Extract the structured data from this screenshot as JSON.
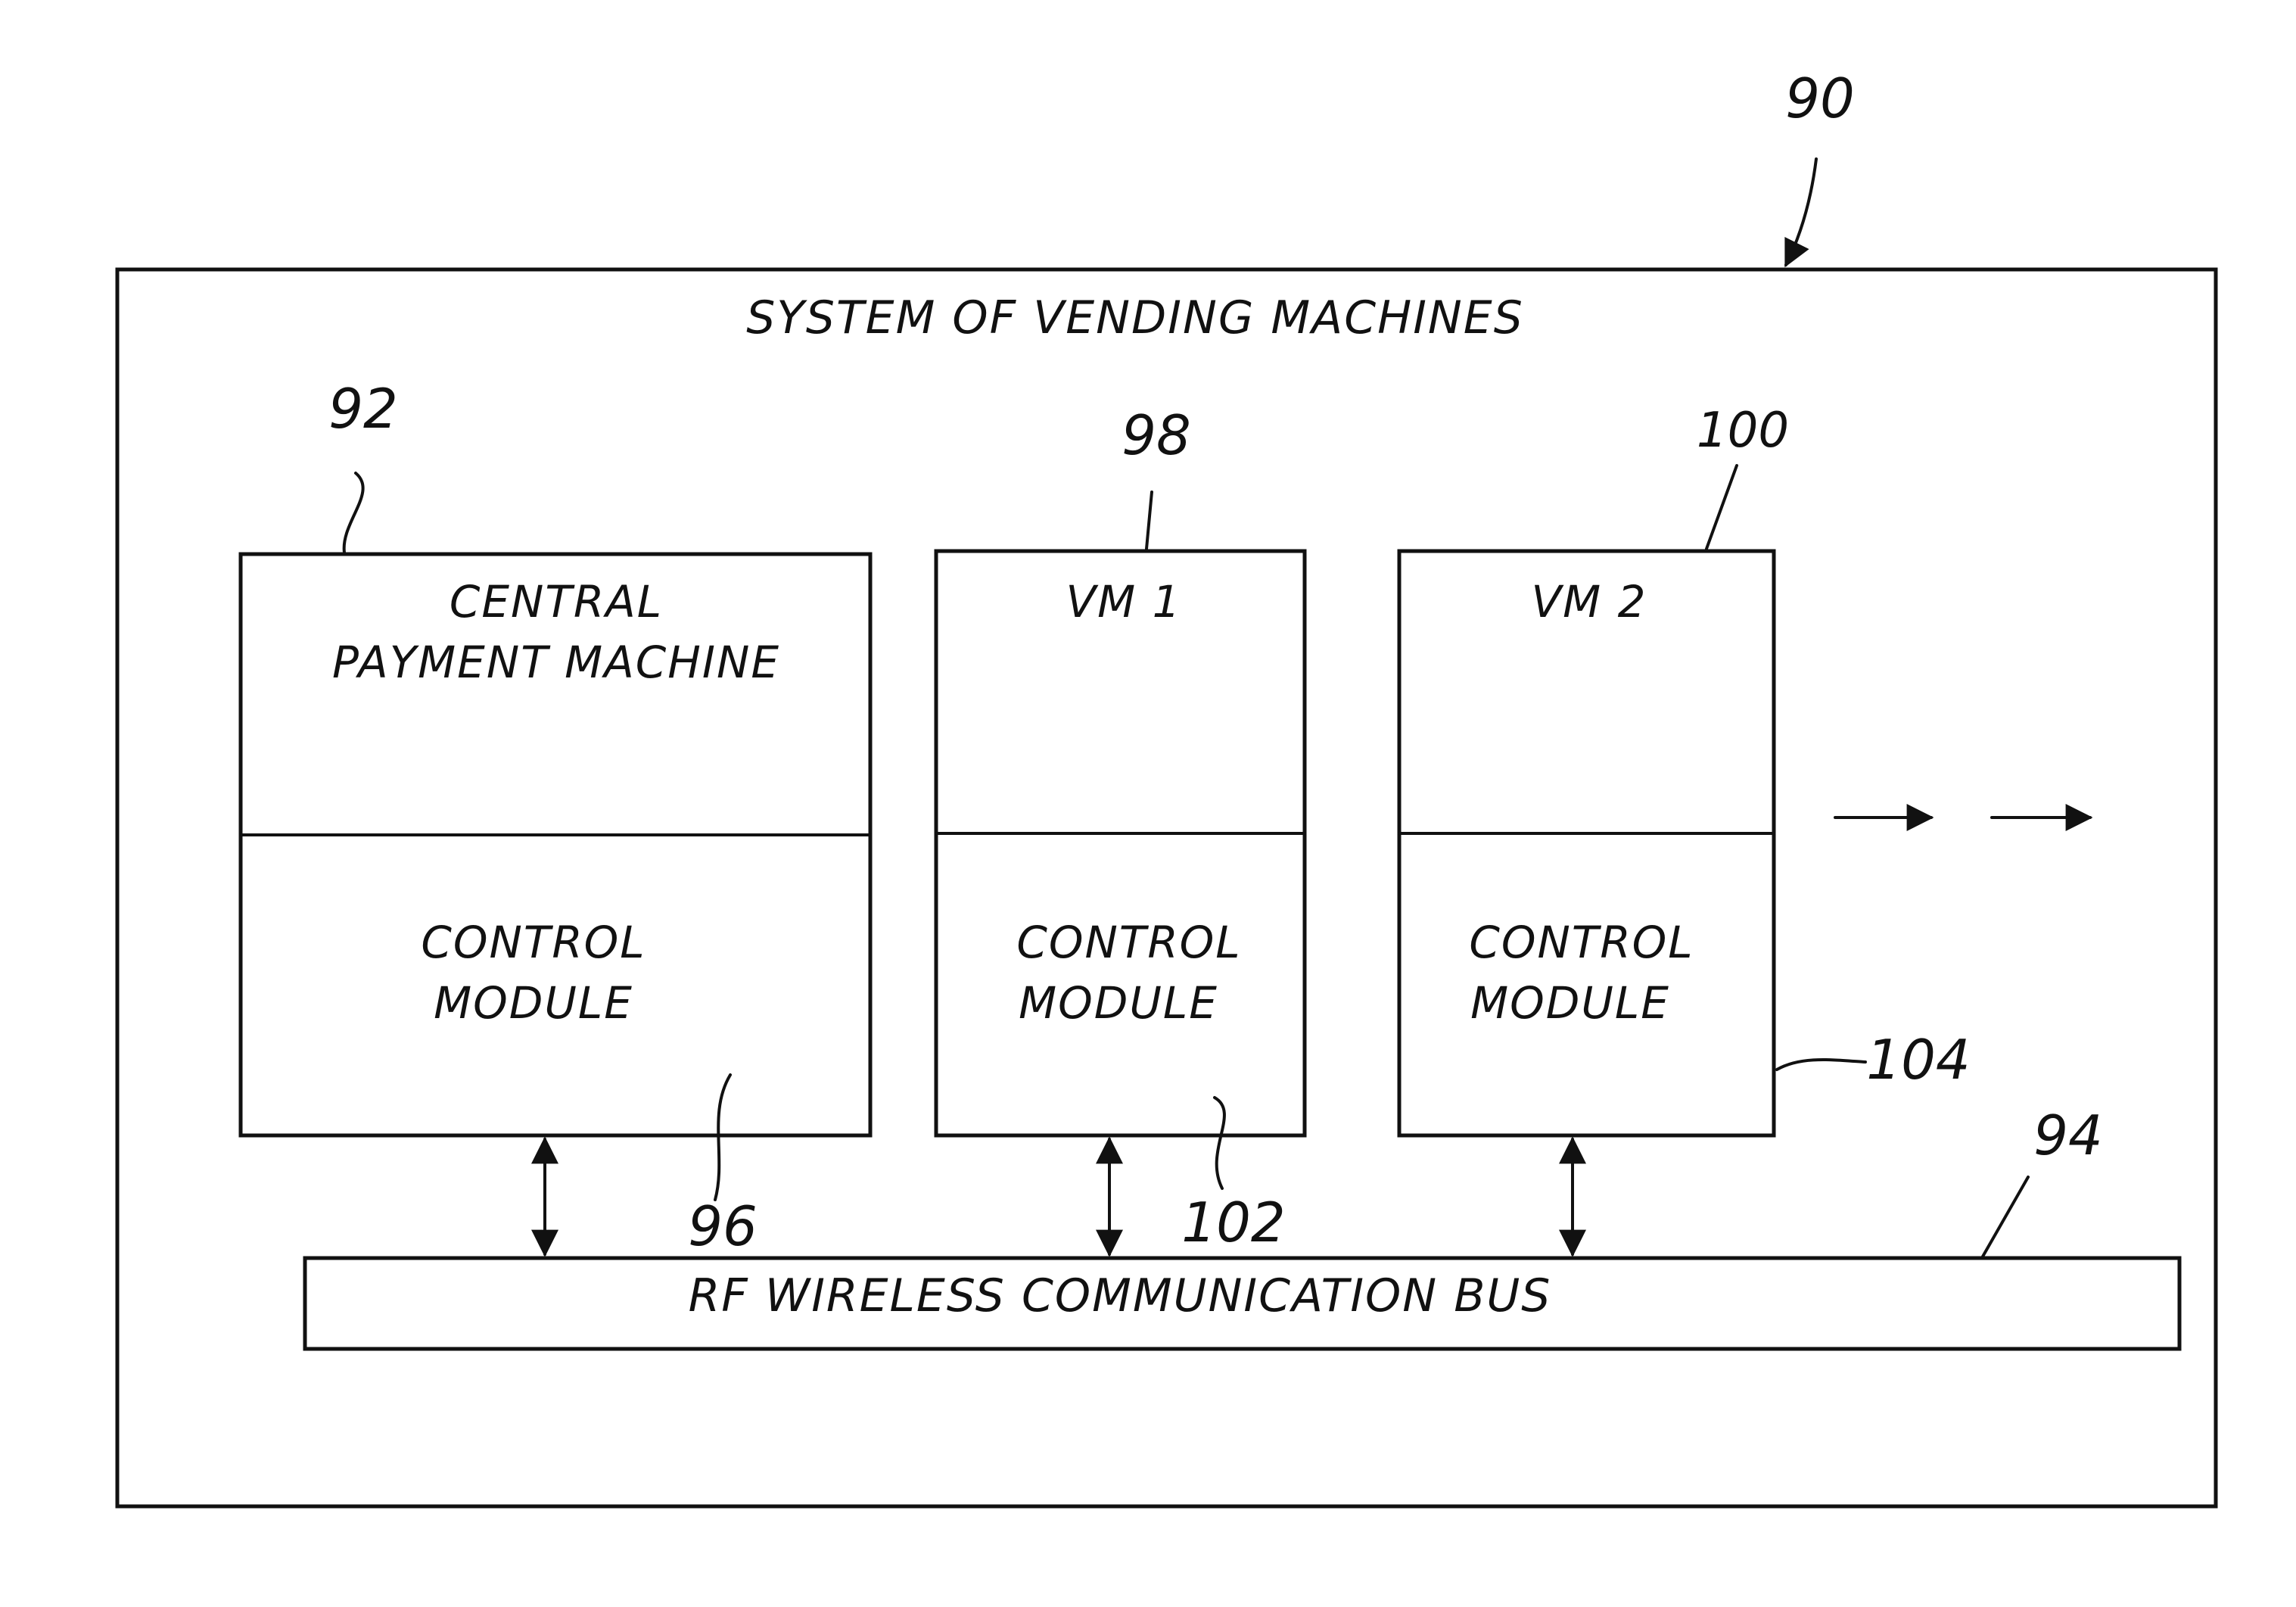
{
  "figure": {
    "system_ref": "90",
    "system_title": "SYSTEM OF VENDING MACHINES",
    "central": {
      "ref": "92",
      "title_line1": "CENTRAL",
      "title_line2": "PAYMENT MACHINE",
      "module_line1": "CONTROL",
      "module_line2": "MODULE",
      "module_ref": "96"
    },
    "vm1": {
      "ref": "98",
      "title": "VM 1",
      "module_line1": "CONTROL",
      "module_line2": "MODULE",
      "module_ref": "102"
    },
    "vm2": {
      "ref": "100",
      "title": "VM 2",
      "module_line1": "CONTROL",
      "module_line2": "MODULE",
      "module_ref": "104"
    },
    "bus": {
      "ref": "94",
      "label": "RF WIRELESS COMMUNICATION BUS"
    }
  }
}
